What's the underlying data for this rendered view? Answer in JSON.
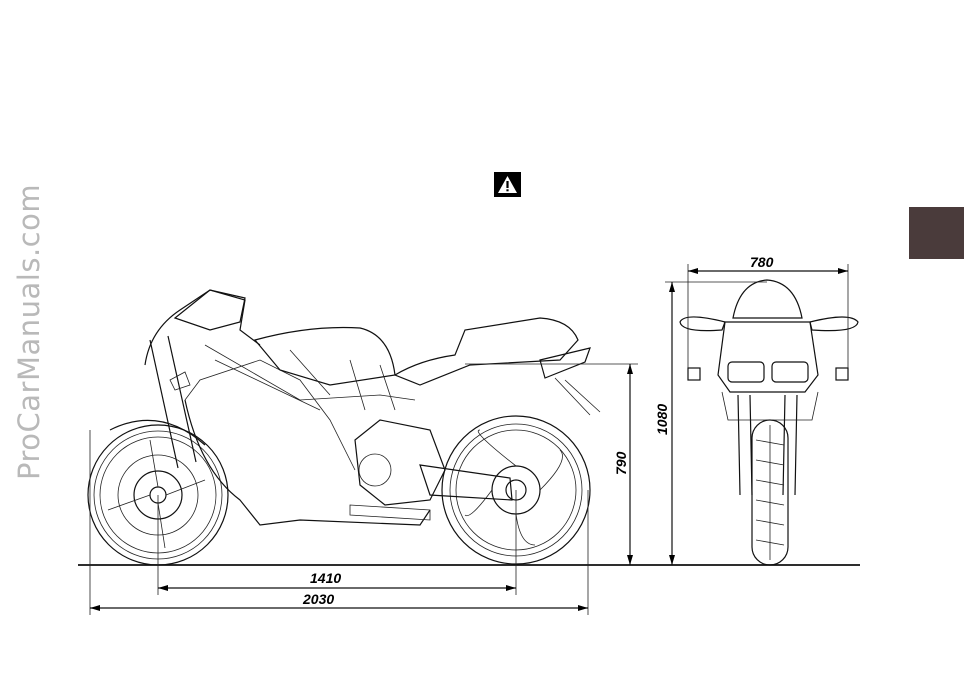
{
  "watermark": "ProCarManuals.com",
  "icons": {
    "warning": "warning-triangle-icon"
  },
  "side_tab_color": "#4a3b3b",
  "dimensions": {
    "wheelbase": "1410",
    "overall_length": "2030",
    "seat_height": "790",
    "overall_height": "1080",
    "overall_width": "780"
  }
}
